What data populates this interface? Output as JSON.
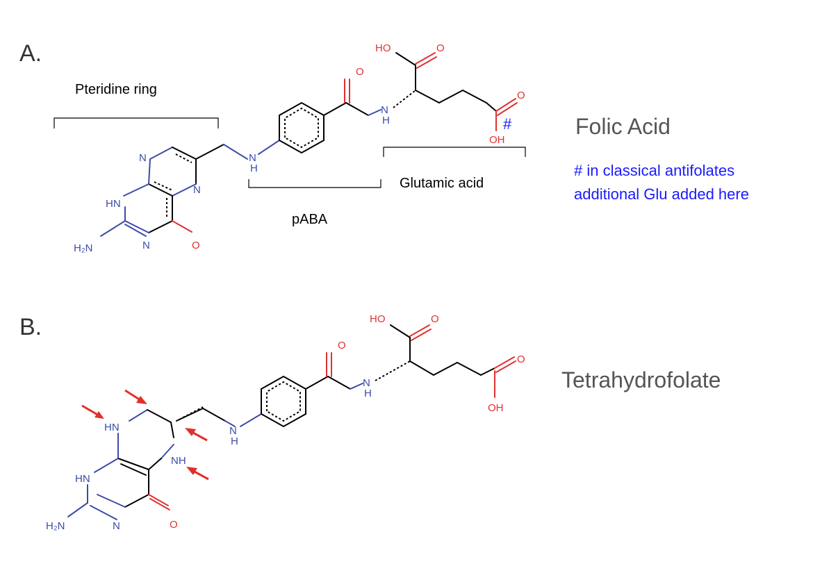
{
  "panel_a": {
    "letter": "A.",
    "name": "Folic Acid",
    "labels": {
      "pteridine": "Pteridine ring",
      "paba": "pABA",
      "glutamic": "Glutamic acid"
    },
    "note_line1": "# in classical antifolates",
    "note_line2": "additional Glu added here",
    "hash": "#",
    "atoms": {
      "ho": "HO",
      "o1": "O",
      "o2": "O",
      "o3": "O",
      "oh": "OH",
      "o4": "O",
      "nh_amide": "N",
      "h_amide": "H",
      "nh_link": "N",
      "h_link": "H",
      "n1": "N",
      "n2": "N",
      "n3": "N",
      "hn": "HN",
      "h2n": "H₂N"
    }
  },
  "panel_b": {
    "letter": "B.",
    "name": "Tetrahydrofolate",
    "atoms": {
      "ho": "HO",
      "o1": "O",
      "o2": "O",
      "o3": "O",
      "oh": "OH",
      "o4": "O",
      "nh_amide": "N",
      "h_amide": "H",
      "nh_link": "N",
      "h_link": "H",
      "hn1": "HN",
      "nh2": "NH",
      "hn3": "HN",
      "n": "N",
      "h2n": "H₂N"
    }
  },
  "colors": {
    "nitrogen": "#3b4ba8",
    "oxygen": "#e03030",
    "note": "#1a1aff",
    "arrow": "#e0302a"
  }
}
